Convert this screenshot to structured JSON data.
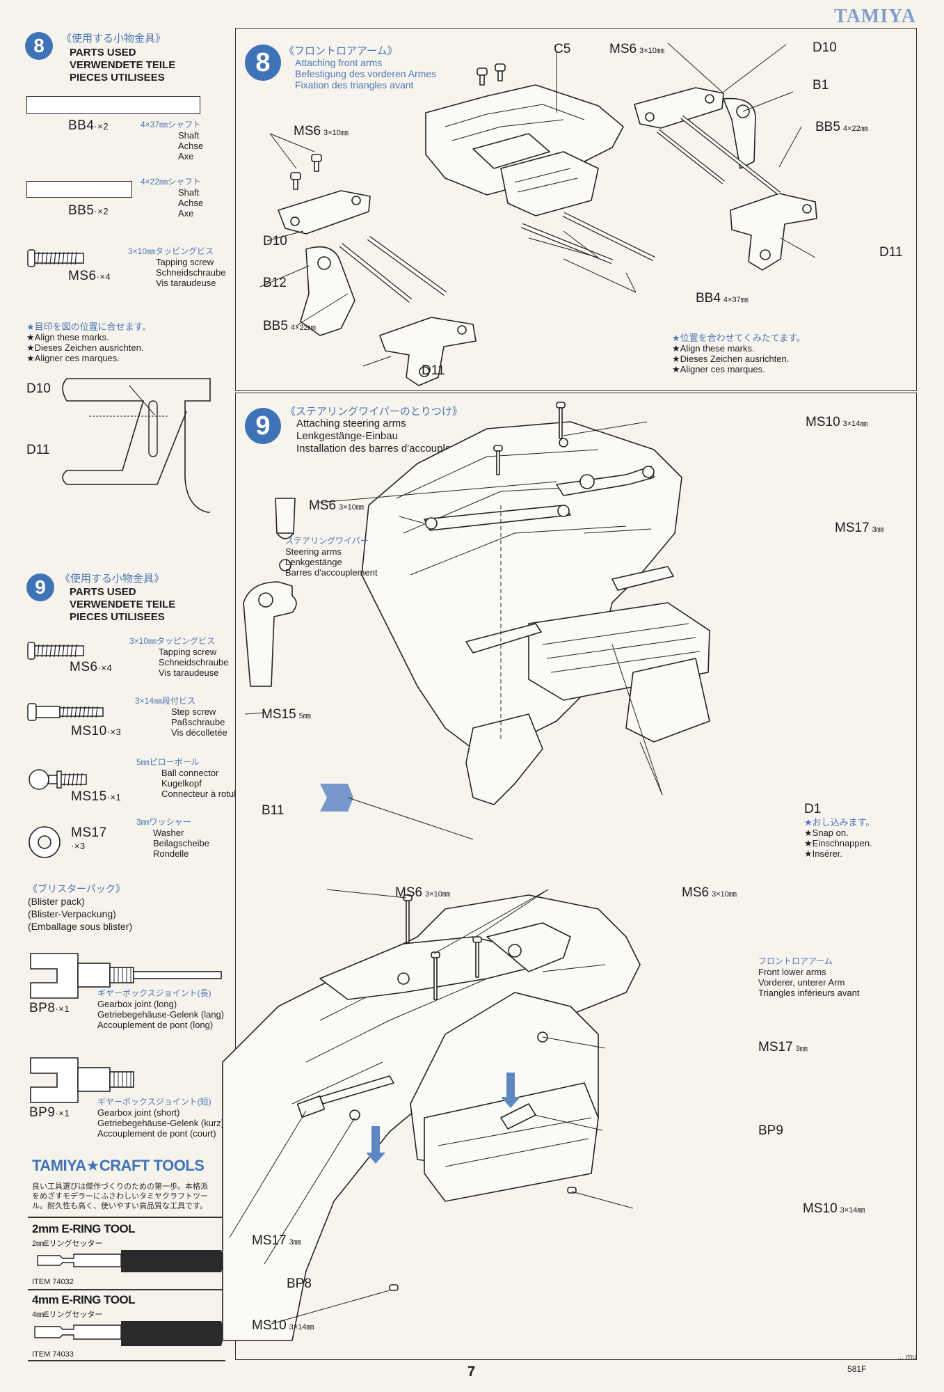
{
  "header": {
    "brand": "TAMIYA"
  },
  "footer": {
    "page_number": "7",
    "code": "581F",
    "stub": "... mu"
  },
  "sidebar": {
    "step8": {
      "number": "8",
      "jp": "《使用する小物金具》",
      "title": [
        "PARTS USED",
        "VERWENDETE TEILE",
        "PIECES UTILISEES"
      ],
      "parts": [
        {
          "code": "BB4",
          "qty": "·×2",
          "jp": "4×37㎜シャフト",
          "desc": [
            "Shaft",
            "Achse",
            "Axe"
          ]
        },
        {
          "code": "BB5",
          "qty": "·×2",
          "jp": "4×22㎜シャフト",
          "desc": [
            "Shaft",
            "Achse",
            "Axe"
          ]
        },
        {
          "code": "MS6",
          "qty": "·×4",
          "jp": "3×10㎜タッピングビス",
          "desc": [
            "Tapping screw",
            "Schneidschraube",
            "Vis taraudeuse"
          ]
        }
      ],
      "align_note": {
        "jp": "★目印を図の位置に合せます。",
        "lines": [
          "★Align these marks.",
          "★Dieses Zeichen ausrichten.",
          "★Aligner ces marques."
        ]
      },
      "diagram_labels": [
        "D10",
        "D11"
      ]
    },
    "step9": {
      "number": "9",
      "jp": "《使用する小物金具》",
      "title": [
        "PARTS USED",
        "VERWENDETE TEILE",
        "PIECES UTILISEES"
      ],
      "parts": [
        {
          "code": "MS6",
          "qty": "·×4",
          "jp": "3×10㎜タッピングビス",
          "desc": [
            "Tapping screw",
            "Schneidschraube",
            "Vis taraudeuse"
          ]
        },
        {
          "code": "MS10",
          "qty": "·×3",
          "jp": "3×14㎜段付ビス",
          "desc": [
            "Step screw",
            "Paßschraube",
            "Vis décolletée"
          ]
        },
        {
          "code": "MS15",
          "qty": "·×1",
          "jp": "5㎜ピローボール",
          "desc": [
            "Ball connector",
            "Kugelkopf",
            "Connecteur à rotule"
          ]
        },
        {
          "code": "MS17",
          "qty": "·×3",
          "jp": "3㎜ワッシャー",
          "desc": [
            "Washer",
            "Beilagscheibe",
            "Rondelle"
          ]
        }
      ]
    },
    "blister": {
      "jp": "《ブリスターパック》",
      "lines": [
        "(Blister pack)",
        "(Blister-Verpackung)",
        "(Emballage sous blister)"
      ],
      "parts": [
        {
          "code": "BP8",
          "qty": "·×1",
          "jp": "ギヤーボックスジョイント(長)",
          "desc": [
            "Gearbox joint (long)",
            "Getriebegehäuse-Gelenk (lang)",
            "Accouplement de pont (long)"
          ]
        },
        {
          "code": "BP9",
          "qty": "·×1",
          "jp": "ギヤーボックスジョイント(短)",
          "desc": [
            "Gearbox joint (short)",
            "Getriebegehäuse-Gelenk (kurz)",
            "Accouplement de pont (court)"
          ]
        }
      ]
    },
    "craft_tools": {
      "title": "TAMIYA★CRAFT TOOLS",
      "jp": [
        "良い工具選びは傑作づくりのための第一歩。本格派",
        "をめざすモデラーにふさわしいタミヤクラフトツー",
        "ル。耐久性も高く、使いやすい高品質な工具です。"
      ],
      "tools": [
        {
          "name": "2mm E-RING TOOL",
          "jp": "2㎜Eリングセッター",
          "item": "ITEM 74032"
        },
        {
          "name": "4mm E-RING TOOL",
          "jp": "4㎜Eリングセッター",
          "item": "ITEM 74033"
        }
      ]
    }
  },
  "step8_panel": {
    "number": "8",
    "jp": "《フロントロアアーム》",
    "title": [
      "Attaching front arms",
      "Befestigung des vorderen Armes",
      "Fixation des triangles avant"
    ],
    "labels": {
      "c5": "C5",
      "ms6_top": "MS6",
      "ms6_top_dim": "3×10㎜",
      "d10_top": "D10",
      "b1": "B1",
      "bb5_right": "BB5",
      "bb5_right_dim": "4×22㎜",
      "ms6_left": "MS6",
      "ms6_left_dim": "3×10㎜",
      "d10_left": "D10",
      "b12": "B12",
      "bb5_left": "BB5",
      "bb5_left_dim": "4×22㎜",
      "d11_bottom": "D11",
      "d11_right": "D11",
      "bb4": "BB4",
      "bb4_dim": "4×37㎜"
    },
    "align_note": {
      "jp": "★位置を合わせてくみたてます。",
      "lines": [
        "★Align these marks.",
        "★Dieses Zeichen ausrichten.",
        "★Aligner ces marques."
      ]
    }
  },
  "step9_panel": {
    "number": "9",
    "jp": "《ステアリングワイパーのとりつけ》",
    "title": [
      "Attaching steering arms",
      "Lenkgestänge-Einbau",
      "Installation des barres d'accouplement"
    ],
    "labels": {
      "ms10_top": "MS10",
      "ms10_top_dim": "3×14㎜",
      "ms6_mid": "MS6",
      "ms6_mid_dim": "3×10㎜",
      "ms17_top": "MS17",
      "ms17_top_dim": "3㎜",
      "ms15": "MS15",
      "ms15_dim": "5㎜",
      "b11": "B11",
      "d1": "D1",
      "ms6_low_left": "MS6",
      "ms6_low_left_dim": "3×10㎜",
      "ms6_low_right": "MS6",
      "ms6_low_right_dim": "3×10㎜",
      "ms17_low_right": "MS17",
      "ms17_low_right_dim": "3㎜",
      "bp9": "BP9",
      "ms10_low_right": "MS10",
      "ms10_low_right_dim": "3×14㎜",
      "ms17_low_left": "MS17",
      "ms17_low_left_dim": "3㎜",
      "bp8": "BP8",
      "ms10_low_left": "MS10",
      "ms10_low_left_dim": "3×14㎜"
    },
    "steering_note": {
      "jp": "ステアリングワイパー",
      "lines": [
        "Steering arms",
        "Lenkgestänge",
        "Barres d'accouplement"
      ]
    },
    "snap_note": {
      "jp": "★おし込みます。",
      "lines": [
        "★Snap on.",
        "★Einschnappen.",
        "★Insérer."
      ]
    },
    "arms_note": {
      "jp": "フロントロアアーム",
      "lines": [
        "Front lower arms",
        "Vorderer, unterer Arm",
        "Triangles inférieurs avant"
      ]
    }
  }
}
